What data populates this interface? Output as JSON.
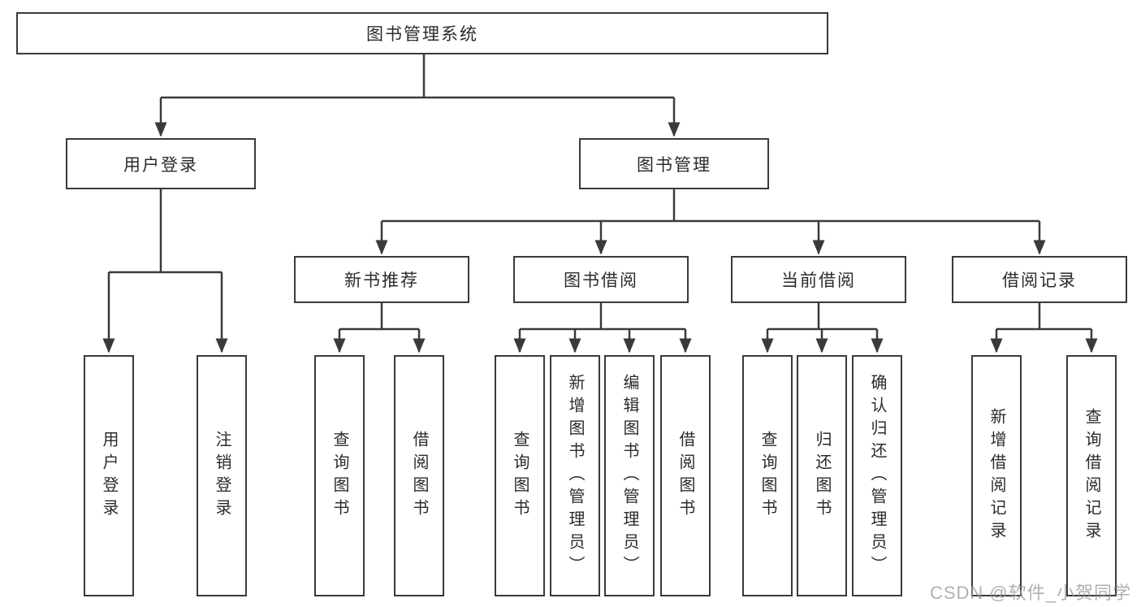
{
  "diagram_title": "图书管理系统",
  "tree": {
    "label": "图书管理系统",
    "children": [
      {
        "label": "用户登录",
        "children": [
          {
            "label": "用户登录"
          },
          {
            "label": "注销登录"
          }
        ]
      },
      {
        "label": "图书管理",
        "children": [
          {
            "label": "新书推荐",
            "children": [
              {
                "label": "查询图书"
              },
              {
                "label": "借阅图书"
              }
            ]
          },
          {
            "label": "图书借阅",
            "children": [
              {
                "label": "查询图书"
              },
              {
                "label": "新增图书（管理员）"
              },
              {
                "label": "编辑图书（管理员）"
              },
              {
                "label": "借阅图书"
              }
            ]
          },
          {
            "label": "当前借阅",
            "children": [
              {
                "label": "查询图书"
              },
              {
                "label": "归还图书"
              },
              {
                "label": "确认归还（管理员）"
              }
            ]
          },
          {
            "label": "借阅记录",
            "children": [
              {
                "label": "新增借阅记录"
              },
              {
                "label": "查询借阅记录"
              }
            ]
          }
        ]
      }
    ]
  },
  "watermark": {
    "text": "CSDN @软件_小贺同学"
  },
  "colors": {
    "line": "#3a3a3a",
    "box_border": "#3a3a3a",
    "text": "#2b2b2b",
    "watermark": "#969696",
    "background": "#ffffff"
  }
}
